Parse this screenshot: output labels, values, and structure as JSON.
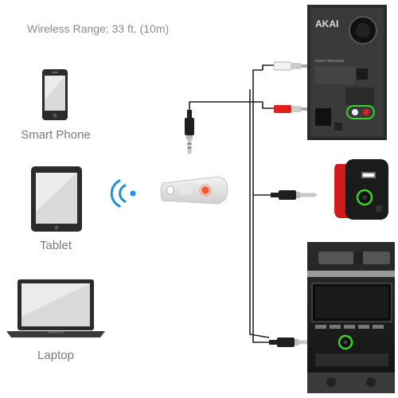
{
  "header": {
    "range_text": "Wireless Range: 33 ft. (10m)"
  },
  "devices": [
    {
      "label": "Smart Phone",
      "icon": "smartphone-icon"
    },
    {
      "label": "Tablet",
      "icon": "tablet-icon"
    },
    {
      "label": "Laptop",
      "icon": "laptop-icon"
    }
  ],
  "speaker": {
    "brand": "AKAI",
    "panel_text": "RIGHT SPEAKER"
  },
  "colors": {
    "device_frame": "#2b2b2b",
    "screen": "#d9d9d9",
    "wireless": "#1f8fe0",
    "highlight": "#39d42a",
    "receiver_led": "#ff5533",
    "cable": "#222222",
    "plug_red": "#e02020"
  }
}
